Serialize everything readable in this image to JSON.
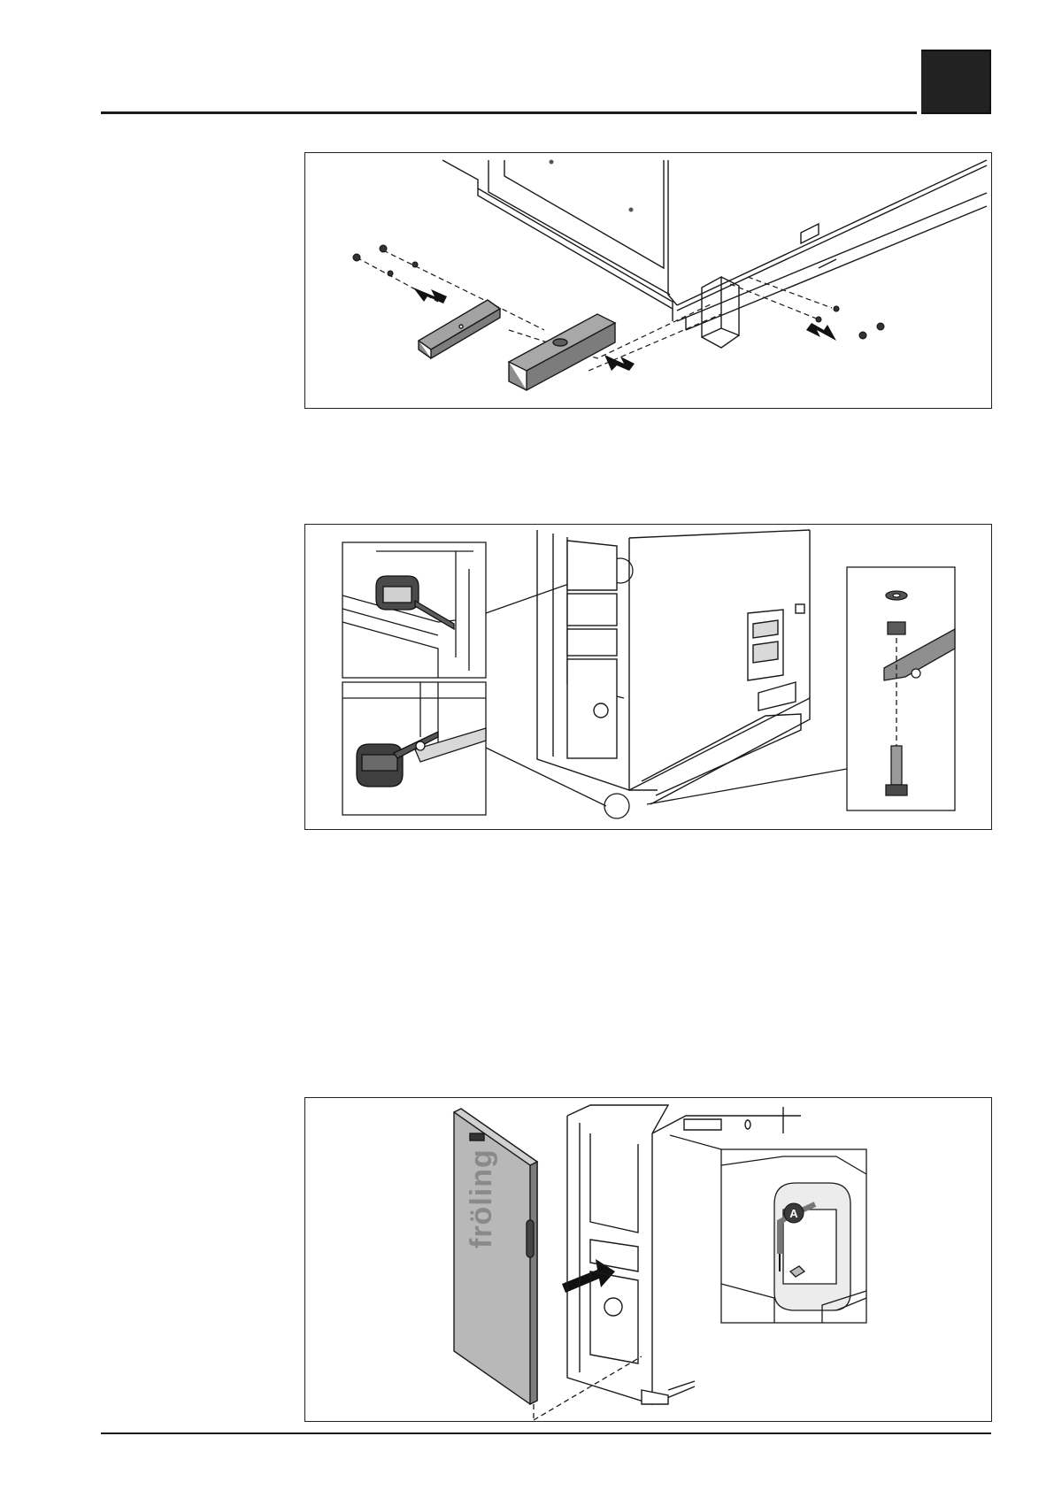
{
  "page": {
    "colors": {
      "line": "#1a1a1a",
      "part_fill": "#9a9a9a",
      "part_dark": "#5a5a5a",
      "panel_fill": "#b9b9b9",
      "callout_fill": "#3a3a3a"
    }
  },
  "figures": [
    {
      "id": "fig-rail-assembly",
      "icon": "exploded-view-rail-mounting"
    },
    {
      "id": "fig-insulation-detail",
      "icon": "detail-callouts-insulation-and-bolt"
    },
    {
      "id": "fig-door-panel",
      "icon": "side-panel-mounting",
      "brand_text": "fröling",
      "callout_label": "A"
    }
  ]
}
